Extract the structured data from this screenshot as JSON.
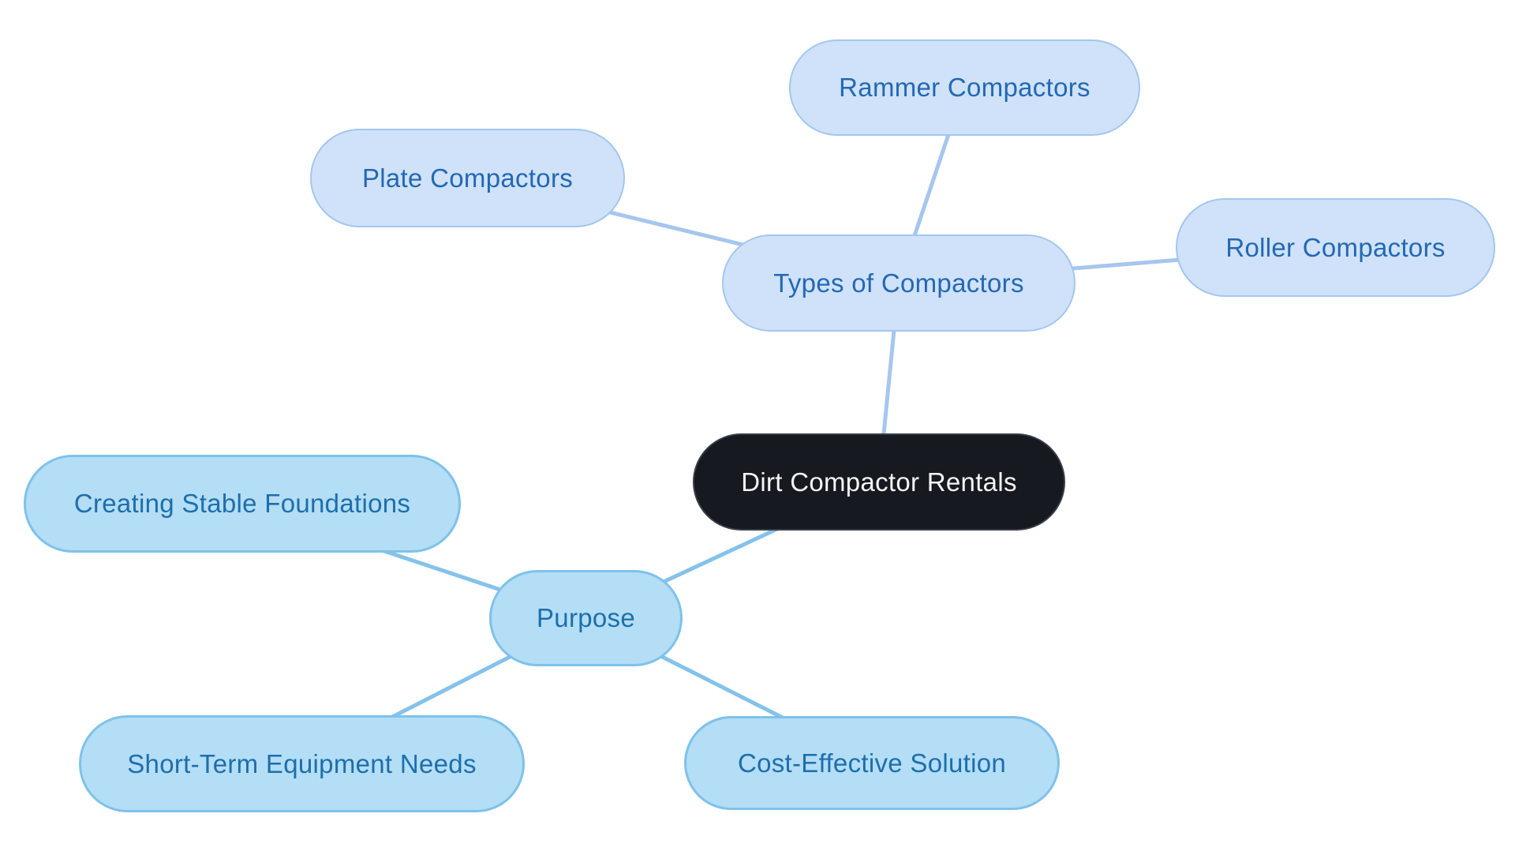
{
  "mindmap": {
    "type": "mindmap",
    "root": {
      "label": "Dirt Compactor Rentals"
    },
    "branches": [
      {
        "label": "Types of Compactors",
        "children": [
          {
            "label": "Rammer Compactors"
          },
          {
            "label": "Plate Compactors"
          },
          {
            "label": "Roller Compactors"
          }
        ]
      },
      {
        "label": "Purpose",
        "children": [
          {
            "label": "Creating Stable Foundations"
          },
          {
            "label": "Short-Term Equipment Needs"
          },
          {
            "label": "Cost-Effective Solution"
          }
        ]
      }
    ]
  },
  "styles": {
    "canvas_bg": "#ffffff",
    "root_fill": "#16191f",
    "root_border": "#383e47",
    "root_text": "#f4f5f7",
    "b1_fill": "#cfe2f9",
    "b1_border": "#a3c6f0",
    "b1_text": "#2368b4",
    "b1_line": "#a6c6ee",
    "b2_fill": "#b4ddf6",
    "b2_border": "#7ec2ea",
    "b2_text": "#1c6fab",
    "b2_line": "#84c2ea"
  }
}
